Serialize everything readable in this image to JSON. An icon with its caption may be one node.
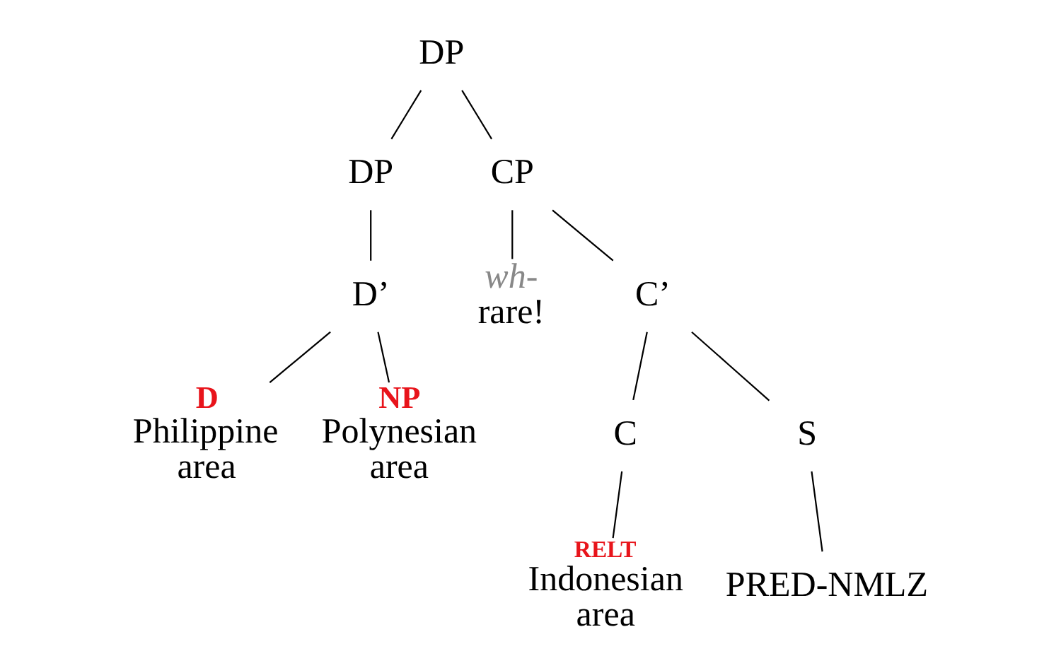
{
  "diagram": {
    "nodes": [
      {
        "text": [
          "DP"
        ]
      },
      {
        "text": [
          "DP"
        ]
      },
      {
        "text": [
          "CP"
        ]
      },
      {
        "text": [
          "D’"
        ]
      },
      {
        "text": [
          "D",
          "Philippine area"
        ]
      },
      {
        "text": [
          "NP",
          "Polynesian area"
        ]
      },
      {
        "text": [
          "wh-",
          "rare!"
        ]
      },
      {
        "text": [
          "C’"
        ]
      },
      {
        "text": [
          "C"
        ]
      },
      {
        "text": [
          "S"
        ]
      },
      {
        "text": [
          "RELT",
          "Indonesian area"
        ]
      },
      {
        "text": [
          "PRED-NMLZ"
        ]
      }
    ],
    "edges": [
      {
        "from": 0,
        "to": 1,
        "arrow": "none"
      },
      {
        "from": 0,
        "to": 2,
        "arrow": "none"
      },
      {
        "from": 1,
        "to": 3,
        "arrow": "none"
      },
      {
        "from": 3,
        "to": 4,
        "arrow": "none"
      },
      {
        "from": 3,
        "to": 5,
        "arrow": "none"
      },
      {
        "from": 2,
        "to": 6,
        "arrow": "none"
      },
      {
        "from": 2,
        "to": 7,
        "arrow": "none"
      },
      {
        "from": 7,
        "to": 8,
        "arrow": "none"
      },
      {
        "from": 7,
        "to": 9,
        "arrow": "none"
      },
      {
        "from": 8,
        "to": 10,
        "arrow": "none"
      },
      {
        "from": 9,
        "to": 11,
        "arrow": "none"
      }
    ]
  }
}
